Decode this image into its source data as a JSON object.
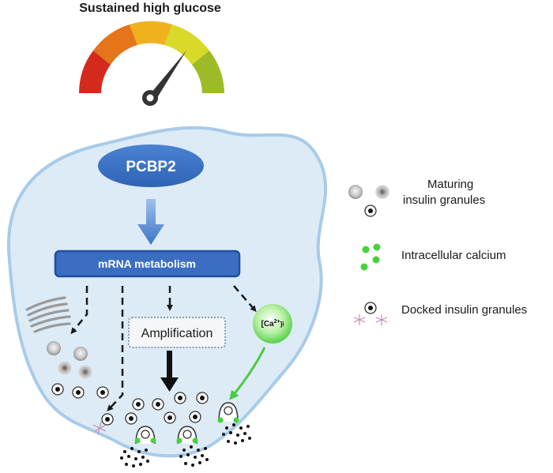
{
  "title": "Sustained high glucose",
  "nodes": {
    "pcbp2": "PCBP2",
    "mrna": "mRNA metabolism",
    "amplification": "Amplification",
    "calcium": "[Ca",
    "calcium_sup": "2+",
    "calcium_sub": "]i"
  },
  "legend": {
    "maturing_line1": "Maturing",
    "maturing_line2": "insulin granules",
    "calcium": "Intracellular calcium",
    "docked": "Docked insulin granules"
  },
  "colors": {
    "gauge": [
      "#d42a1b",
      "#e5741b",
      "#efb21e",
      "#d8d928",
      "#9cbb26"
    ],
    "cell_fill": "#dcebf6",
    "cell_border": "#a8cbe9",
    "pcbp2": "#3a71c4",
    "mrna": "#3b6ec2",
    "calcium_green": "#47d13c"
  },
  "icons": [
    "gauge-icon",
    "golgi-icon",
    "maturing-granule-icon",
    "docked-granule-icon",
    "calcium-dot-icon",
    "exocytosis-icon"
  ]
}
